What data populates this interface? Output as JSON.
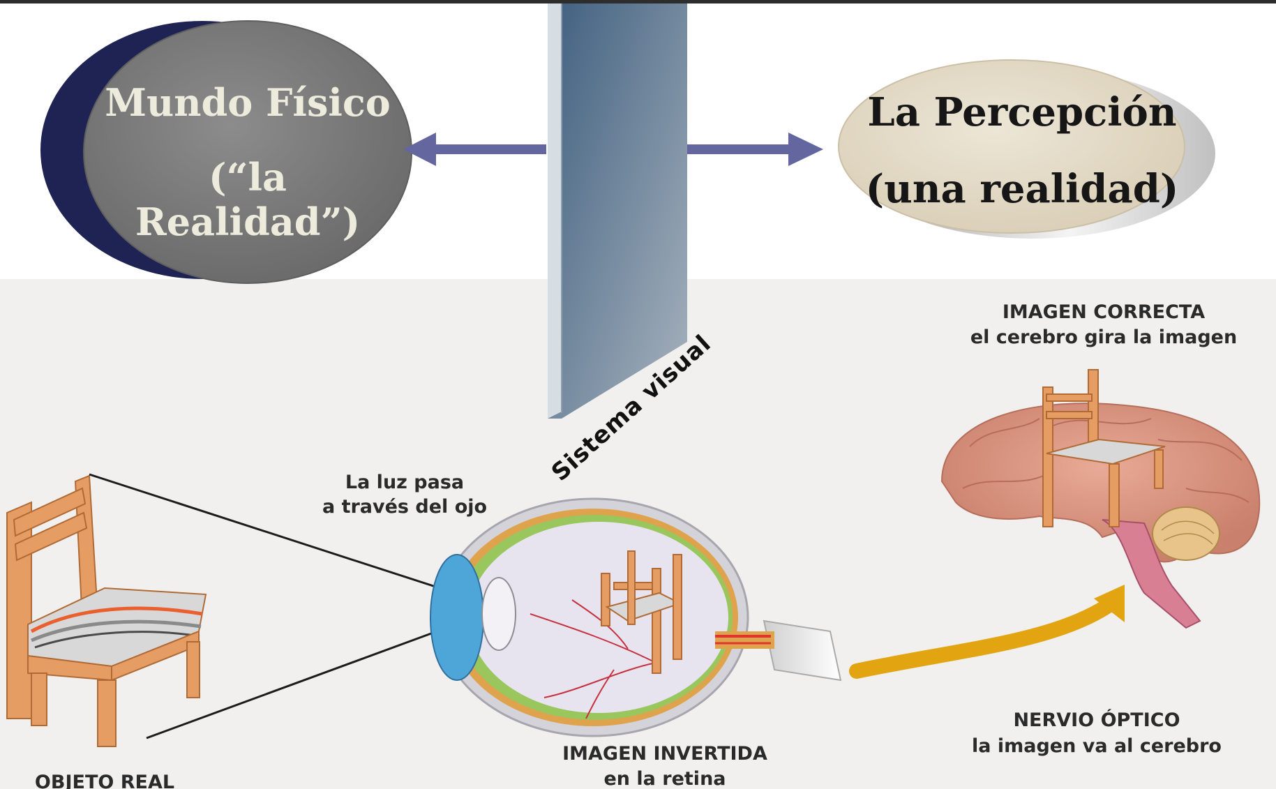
{
  "bubbles": {
    "mundo_fisico": {
      "title": "Mundo Físico",
      "subtitle": "(“la Realidad”)"
    },
    "percepcion": {
      "title": "La Percepción",
      "subtitle": "(una realidad)"
    }
  },
  "filter": {
    "label": "Sistema visual"
  },
  "captions": {
    "luz_line1": "La luz pasa",
    "luz_line2": "a través del ojo",
    "imagen_correcta_title": "IMAGEN CORRECTA",
    "imagen_correcta_sub": "el cerebro gira la imagen",
    "nervio_title": "NERVIO ÓPTICO",
    "nervio_sub": "la imagen va al cerebro",
    "invertida_title": "IMAGEN INVERTIDA",
    "invertida_sub": "en la retina",
    "objeto_real": "OBJETO REAL"
  },
  "colors": {
    "mundo_front": "#7a7a7a",
    "mundo_back": "#1f2354",
    "perc_front": "#e6ddcb",
    "arrow": "#6466a0",
    "filter": "#6a8599",
    "curved_arrow": "#e2a511",
    "chair_wood": "#e59d63",
    "brain": "#d99883"
  }
}
